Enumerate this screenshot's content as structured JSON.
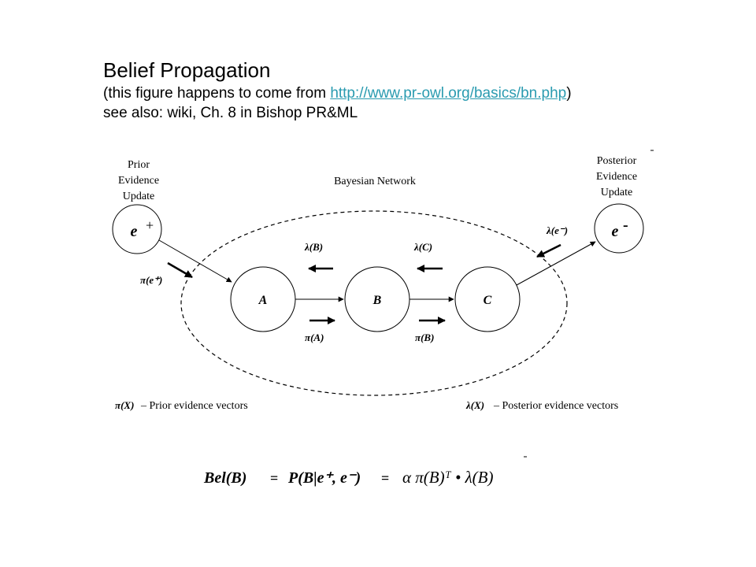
{
  "header": {
    "title": "Belief Propagation",
    "source_prefix": "(this figure happens to come from ",
    "source_url": "http://www.pr-owl.org/basics/bn.php",
    "source_suffix": ")",
    "see_also": "see also: wiki, Ch. 8 in Bishop PR&ML"
  },
  "diagram": {
    "network_label": "Bayesian Network",
    "prior_box": [
      "Prior",
      "Evidence",
      "Update"
    ],
    "posterior_box": [
      "Posterior",
      "Evidence",
      "Update"
    ],
    "nodes": {
      "e_plus": "e",
      "e_minus": "e",
      "a": "A",
      "b": "B",
      "c": "C"
    },
    "messages": {
      "pi_e_plus": "π(e⁺)",
      "lambda_e_minus": "λ(e⁻)",
      "lambda_b": "λ(B)",
      "lambda_c": "λ(C)",
      "pi_a": "π(A)",
      "pi_b": "π(B)"
    },
    "legend": {
      "prior_symbol": "π(X)",
      "prior_text": "– Prior evidence vectors",
      "posterior_symbol": "λ(X)",
      "posterior_text": "– Posterior evidence vectors"
    }
  },
  "formula": {
    "lhs": "Bel(B)",
    "eq1": "=",
    "mid": "P(B|e⁺, e⁻)",
    "eq2": "=",
    "rhs": "α π(B)ᵀ • λ(B)"
  }
}
